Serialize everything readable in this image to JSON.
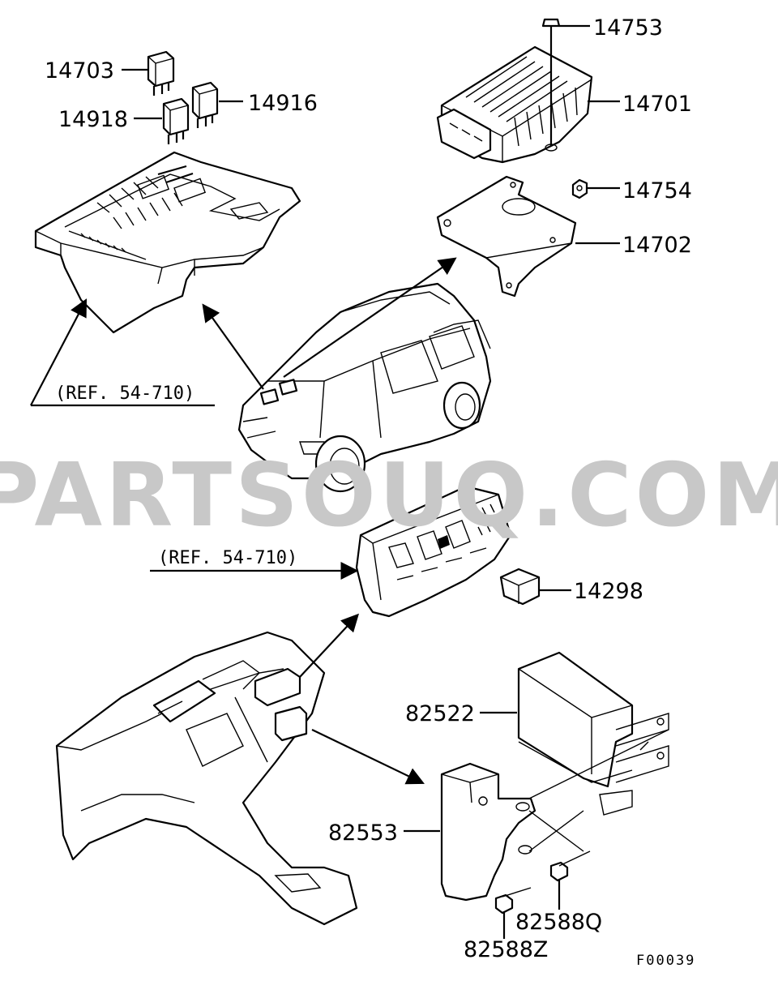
{
  "watermark": "PARTSOUQ.COM",
  "diagram_code": "F00039",
  "callouts": [
    {
      "id": "14703",
      "label": "14703"
    },
    {
      "id": "14918",
      "label": "14918"
    },
    {
      "id": "14916",
      "label": "14916"
    },
    {
      "id": "14753",
      "label": "14753"
    },
    {
      "id": "14701",
      "label": "14701"
    },
    {
      "id": "14754",
      "label": "14754"
    },
    {
      "id": "14702",
      "label": "14702"
    },
    {
      "id": "14298",
      "label": "14298"
    },
    {
      "id": "82522",
      "label": "82522"
    },
    {
      "id": "82553",
      "label": "82553"
    },
    {
      "id": "82588Q",
      "label": "82588Q"
    },
    {
      "id": "82588Z",
      "label": "82588Z"
    }
  ],
  "references": [
    {
      "label": "(REF. 54-710)"
    },
    {
      "label": "(REF. 54-710)"
    }
  ]
}
